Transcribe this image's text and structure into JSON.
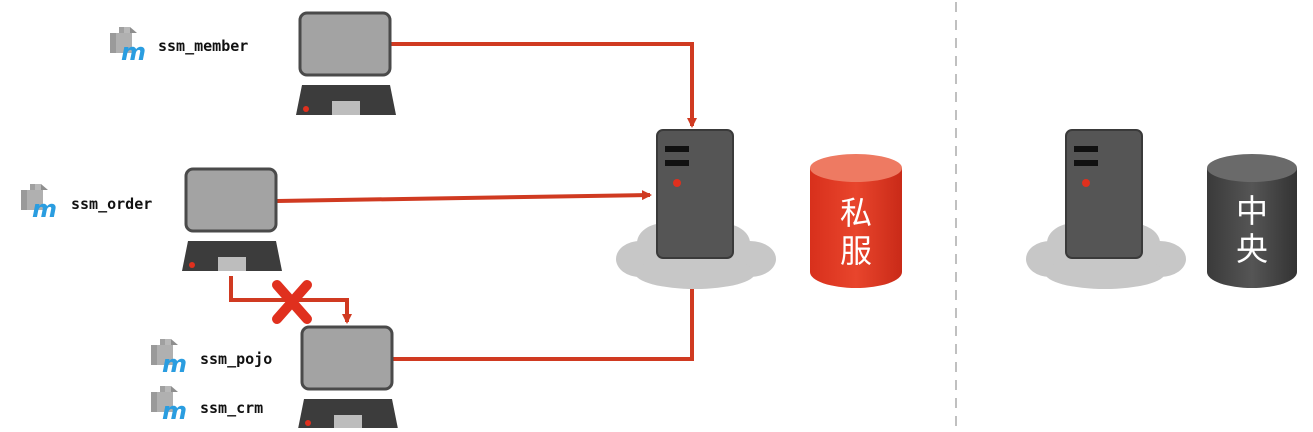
{
  "modules": [
    {
      "id": "ssm_member",
      "label": "ssm_member"
    },
    {
      "id": "ssm_order",
      "label": "ssm_order"
    },
    {
      "id": "ssm_pojo",
      "label": "ssm_pojo"
    },
    {
      "id": "ssm_crm",
      "label": "ssm_crm"
    }
  ],
  "databases": {
    "private": {
      "line1": "私",
      "line2": "服"
    },
    "central": {
      "line1": "中",
      "line2": "央"
    }
  },
  "colors": {
    "arrow": "#d03a21",
    "cross": "#e0301e",
    "computer_screen": "#a3a3a3",
    "computer_border": "#4a4a4a",
    "server_body": "#555555",
    "cloud": "#c7c7c7",
    "private_db": "#e0301e",
    "central_db": "#4a4a4a",
    "maven_icon_blue": "#2a9de0",
    "divider": "#c0c0c0"
  },
  "icons": {
    "module": "maven-module-icon",
    "computer": "laptop-computer-icon",
    "server": "server-icon",
    "cloud": "cloud-icon",
    "blocked": "cross-icon"
  }
}
